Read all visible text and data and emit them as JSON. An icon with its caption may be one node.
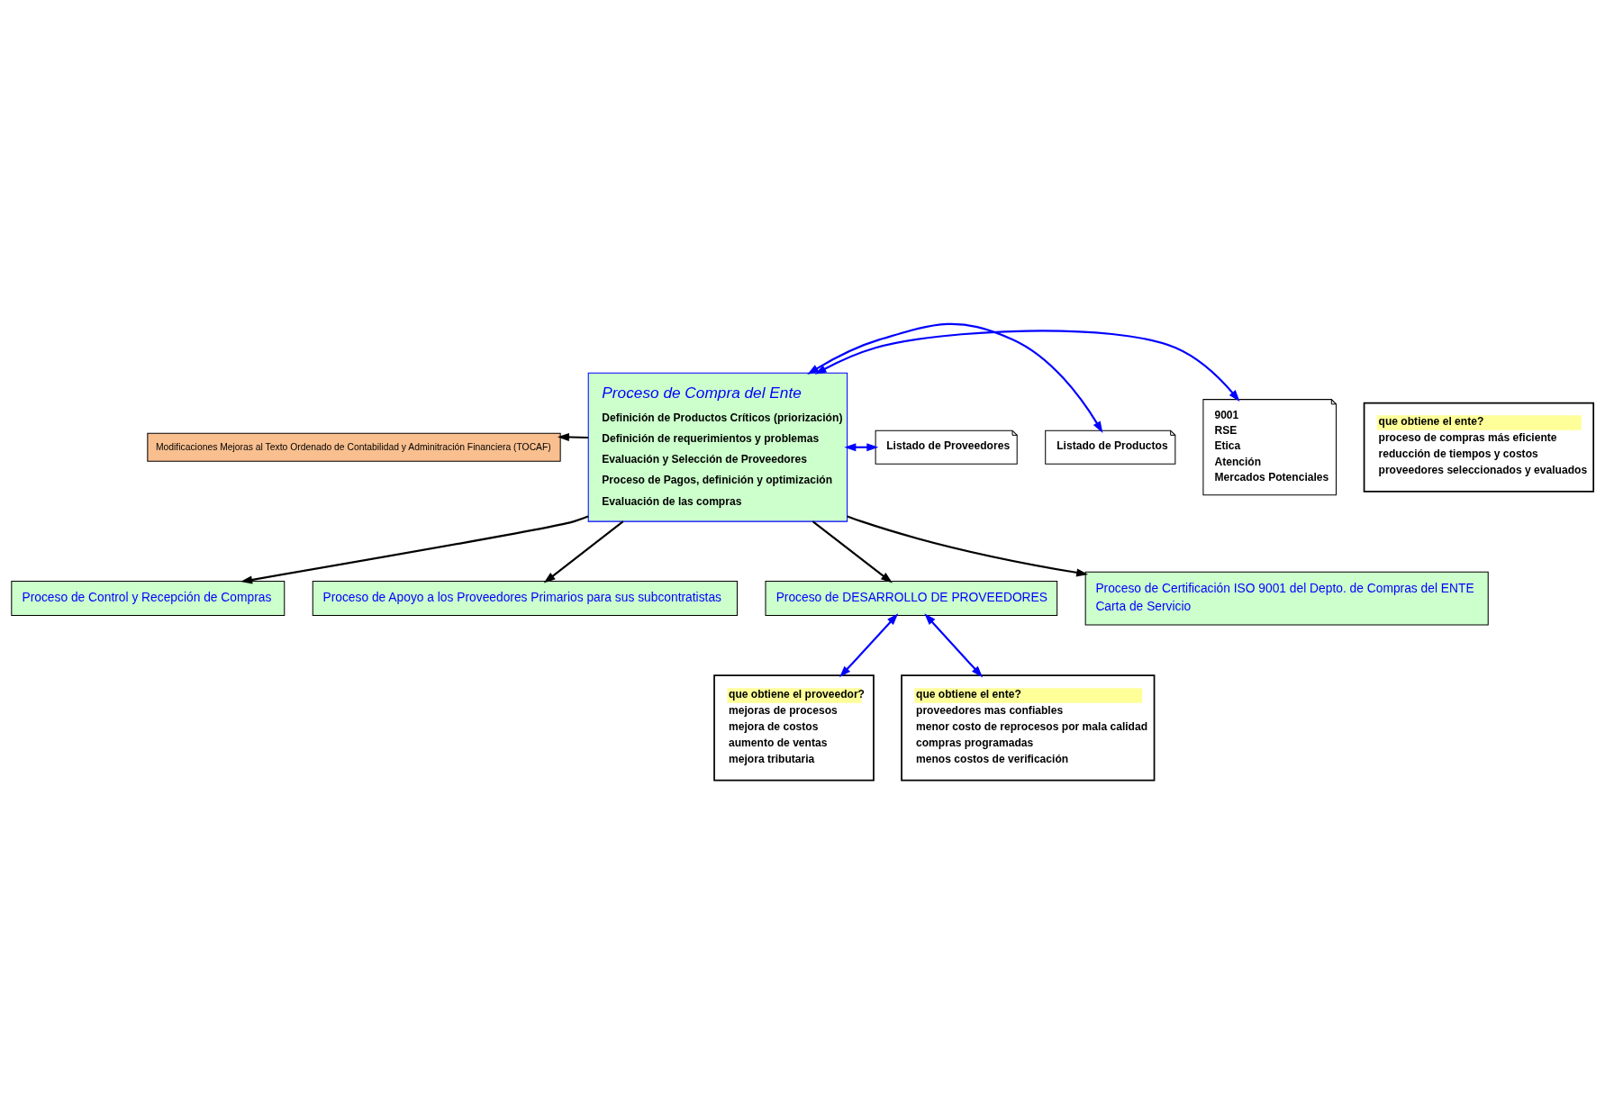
{
  "diagram": {
    "nodes": [
      {
        "text": [
          "Modificaciones Mejoras al Texto Ordenado de Contabilidad y Adminitración Financiera (TOCAF)"
        ]
      },
      {
        "text": [
          "Proceso de Compra del Ente",
          "Definición de Productos Críticos (priorización)",
          "Definición de requerimientos y problemas",
          "Evaluación y Selección de Proveedores",
          "Proceso de Pagos, definición y optimización",
          "Evaluación de las compras"
        ]
      },
      {
        "text": [
          "Listado de Productos"
        ]
      },
      {
        "text": [
          "Listado de Proveedores"
        ]
      },
      {
        "text": [
          "9001",
          "RSE",
          "Etica",
          "Atención",
          "Mercados Potenciales"
        ]
      },
      {
        "text": [
          "Proceso de Control y Recepción de Compras"
        ]
      },
      {
        "text": [
          "Proceso de Apoyo a los Proveedores Primarios para sus subcontratistas"
        ]
      },
      {
        "text": [
          "Proceso de DESARROLLO DE PROVEEDORES"
        ]
      },
      {
        "text": [
          "Proceso de Certificación ISO 9001 del Depto. de Compras del ENTE",
          "Carta de Servicio"
        ]
      },
      {
        "text": [
          "que obtiene el ente?",
          "proceso de compras más eficiente",
          "reducción de tiempos y costos",
          "proveedores seleccionados y evaluados"
        ]
      },
      {
        "text": [
          "que obtiene el proveedor?",
          "mejoras de procesos",
          "mejora de costos",
          "aumento de ventas",
          "mejora tributaria"
        ]
      },
      {
        "text": [
          "que obtiene el ente?",
          "proveedores mas confiables",
          "menor costo de reprocesos por mala calidad",
          "compras programadas",
          "menos costos de verificación"
        ]
      }
    ],
    "edges": [
      {
        "from": 1,
        "to": 0,
        "arrow": "to"
      },
      {
        "from": 1,
        "to": 2,
        "arrow": "both",
        "color": "#0000ff"
      },
      {
        "from": 1,
        "to": 3,
        "arrow": "both",
        "color": "#0000ff"
      },
      {
        "from": 1,
        "to": 4,
        "arrow": "both",
        "color": "#0000ff"
      },
      {
        "from": 1,
        "to": 5,
        "arrow": "to"
      },
      {
        "from": 1,
        "to": 6,
        "arrow": "to"
      },
      {
        "from": 1,
        "to": 7,
        "arrow": "to"
      },
      {
        "from": 1,
        "to": 8,
        "arrow": "to"
      },
      {
        "from": 7,
        "to": 10,
        "arrow": "both",
        "color": "#0000ff"
      },
      {
        "from": 7,
        "to": 11,
        "arrow": "both",
        "color": "#0000ff"
      }
    ]
  }
}
